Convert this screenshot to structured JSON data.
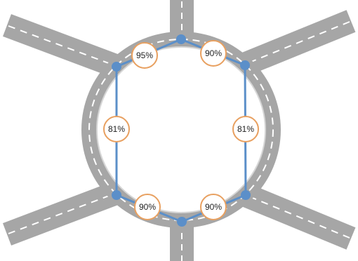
{
  "diagram": {
    "colors": {
      "road": "#a6a6a6",
      "lane_marking": "#ffffff",
      "route_line": "#5b8fc9",
      "node_fill": "#5b8fc9",
      "badge_border": "#e8a060",
      "badge_fill": "#ffffff"
    },
    "segments": [
      {
        "id": "top-left",
        "label": "95%"
      },
      {
        "id": "top-right",
        "label": "90%"
      },
      {
        "id": "left",
        "label": "81%"
      },
      {
        "id": "right",
        "label": "81%"
      },
      {
        "id": "bottom-left",
        "label": "90%"
      },
      {
        "id": "bottom-right",
        "label": "90%"
      }
    ]
  }
}
